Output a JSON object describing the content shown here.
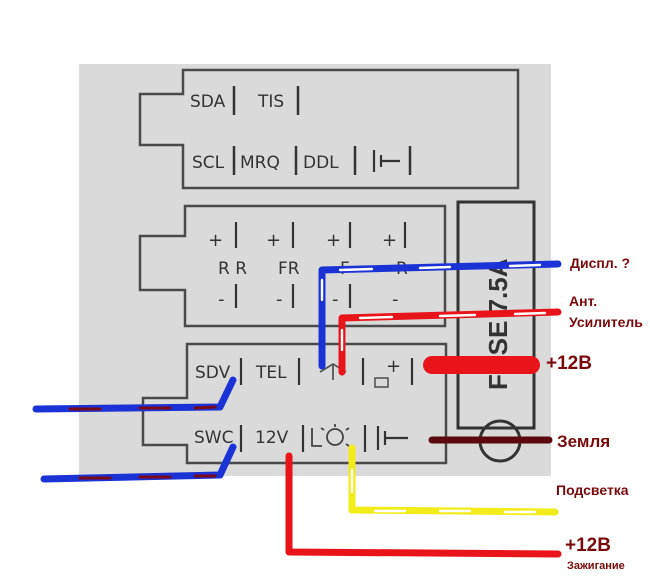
{
  "connector": {
    "top_block": {
      "row1": [
        "SDA",
        "TIS"
      ],
      "row2": [
        "SCL",
        "MRQ",
        "DDL"
      ]
    },
    "speaker_block": {
      "plus": [
        "+",
        "+",
        "+",
        "+"
      ],
      "channels": [
        "R R",
        "FR",
        "F",
        "R"
      ],
      "minus": [
        "-",
        "-",
        "-",
        "-"
      ]
    },
    "bottom_block": {
      "row1": [
        "SDV",
        "TEL",
        "+"
      ],
      "row2": [
        "SWC",
        "12V"
      ]
    },
    "fuse": "FUSE 7.5A"
  },
  "annotations": {
    "display": "Диспл. ?",
    "antenna_1": "Ант.",
    "antenna_2": "Усилитель",
    "plus12": "+12В",
    "ground": "Земля",
    "backlight": "Подсветка",
    "ignition_1": "+12В",
    "ignition_2": "Зажигание"
  },
  "colors": {
    "photo_bg": "#d9dad9",
    "outline": "#4a4a4a",
    "blue_wire": "#1a32d6",
    "red_wire": "#e8141a",
    "yellow_wire": "#f2ec1a",
    "ground_wire": "#5a0a0e",
    "label": "#7a0a0a"
  }
}
